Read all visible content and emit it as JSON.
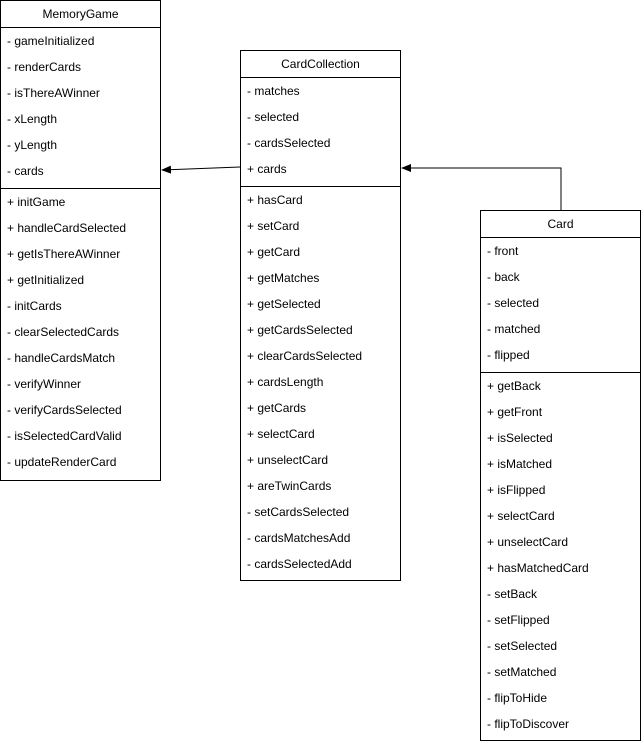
{
  "classes": {
    "memory_game": {
      "name": "MemoryGame",
      "attributes": [
        "- gameInitialized",
        "- renderCards",
        "- isThereAWinner",
        "- xLength",
        "- yLength",
        "- cards"
      ],
      "methods": [
        "+ initGame",
        "+ handleCardSelected",
        "+ getIsThereAWinner",
        "+ getInitialized",
        "- initCards",
        "- clearSelectedCards",
        "- handleCardsMatch",
        "- verifyWinner",
        "- verifyCardsSelected",
        "- isSelectedCardValid",
        "- updateRenderCard"
      ]
    },
    "card_collection": {
      "name": "CardCollection",
      "attributes": [
        "- matches",
        "- selected",
        "- cardsSelected",
        "+ cards"
      ],
      "methods": [
        "+ hasCard",
        "+ setCard",
        "+ getCard",
        "+ getMatches",
        "+ getSelected",
        "+ getCardsSelected",
        "+ clearCardsSelected",
        "+ cardsLength",
        "+ getCards",
        "+ selectCard",
        "+ unselectCard",
        "+ areTwinCards",
        "- setCardsSelected",
        "- cardsMatchesAdd",
        "- cardsSelectedAdd"
      ]
    },
    "card": {
      "name": "Card",
      "attributes": [
        "- front",
        "- back",
        "- selected",
        "- matched",
        "- flipped"
      ],
      "methods": [
        "+ getBack",
        "+ getFront",
        "+ isSelected",
        "+ isMatched",
        "+ isFlipped",
        "+ selectCard",
        "+ unselectCard",
        "+ hasMatchedCard",
        "- setBack",
        "- setFlipped",
        "- setSelected",
        "- setMatched",
        "- flipToHide",
        "- flipToDiscover"
      ]
    }
  }
}
